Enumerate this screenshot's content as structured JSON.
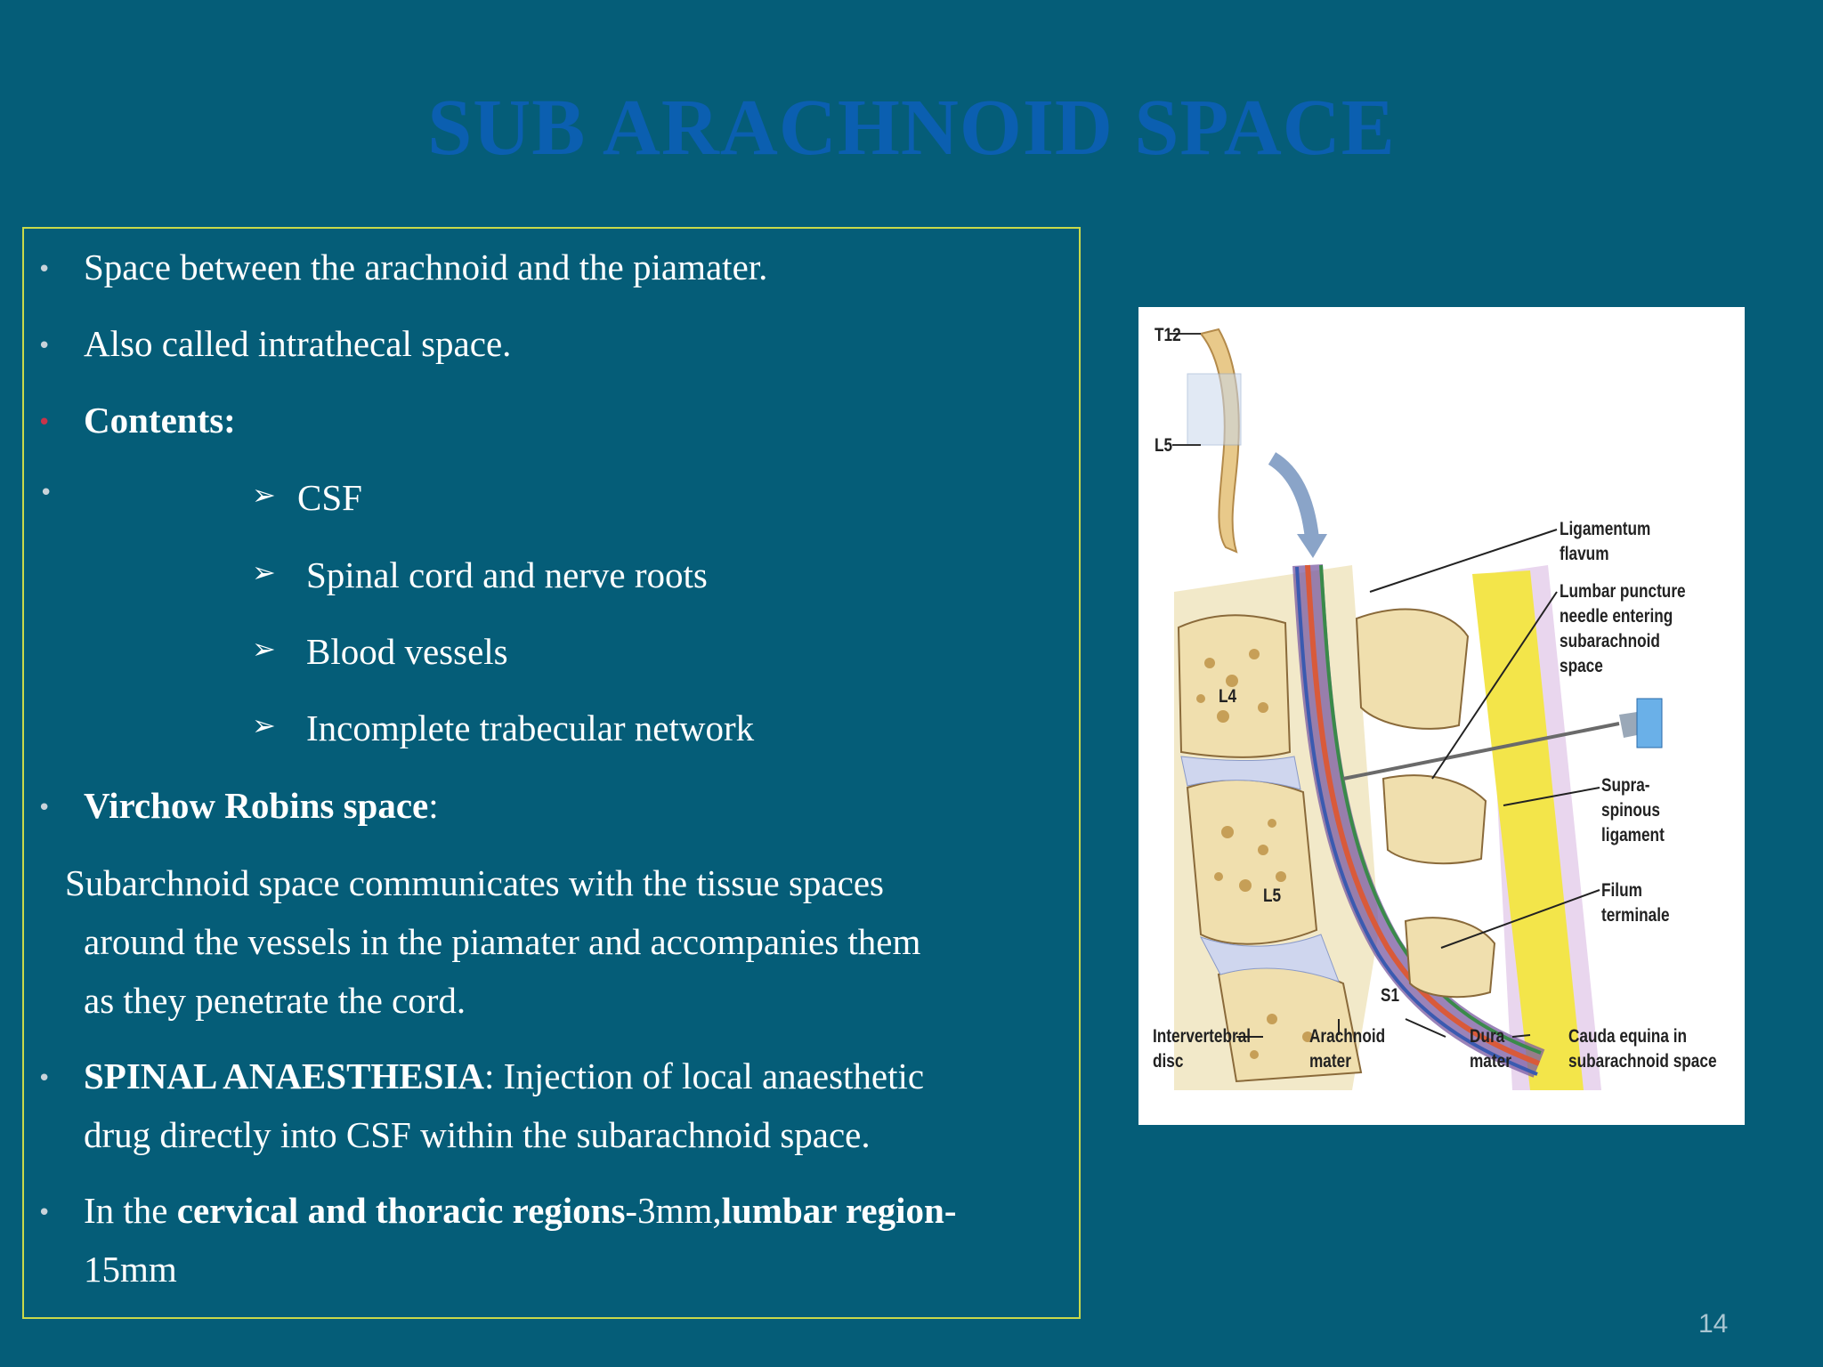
{
  "slide": {
    "title": "SUB ARACHNOID SPACE",
    "page_number": "14"
  },
  "content": {
    "b1": "Space between the arachnoid and the piamater.",
    "b2": "Also called intrathecal space.",
    "b3_label": "Contents:",
    "sub1": "CSF",
    "sub2": "Spinal cord and nerve roots",
    "sub3": "Blood vessels",
    "sub4": "Incomplete trabecular network",
    "b4_label": "Virchow Robins space",
    "b4_colon": ":",
    "b4_line1": "Subarchnoid space communicates with the tissue spaces",
    "b4_line2": "around the vessels in the piamater and accompanies them",
    "b4_line3": "as they penetrate the cord.",
    "b5_label": "SPINAL ANAESTHESIA",
    "b5_text1": ": Injection of local anaesthetic",
    "b5_line2": "drug directly into CSF within the subarachnoid space.",
    "b6_pre": "In the ",
    "b6_bold1": "cervical and thoracic regions",
    "b6_mid": "-3mm,",
    "b6_bold2": "lumbar region-",
    "b6_line2": "15mm"
  },
  "figure": {
    "labels": {
      "t12": "T12",
      "l5_top": "L5",
      "l4": "L4",
      "l5": "L5",
      "s1": "S1",
      "lig_flavum_1": "Ligamentum",
      "lig_flavum_2": "flavum",
      "lp_1": "Lumbar puncture",
      "lp_2": "needle entering",
      "lp_3": "subarachnoid",
      "lp_4": "space",
      "ss_1": "Supra-",
      "ss_2": "spinous",
      "ss_3": "ligament",
      "ft_1": "Filum",
      "ft_2": "terminale",
      "iv_1": "Intervertebral",
      "iv_2": "disc",
      "ar_1": "Arachnoid",
      "ar_2": "mater",
      "du_1": "Dura",
      "du_2": "mater",
      "ce_1": "Cauda equina in",
      "ce_2": "subarachnoid space"
    }
  }
}
